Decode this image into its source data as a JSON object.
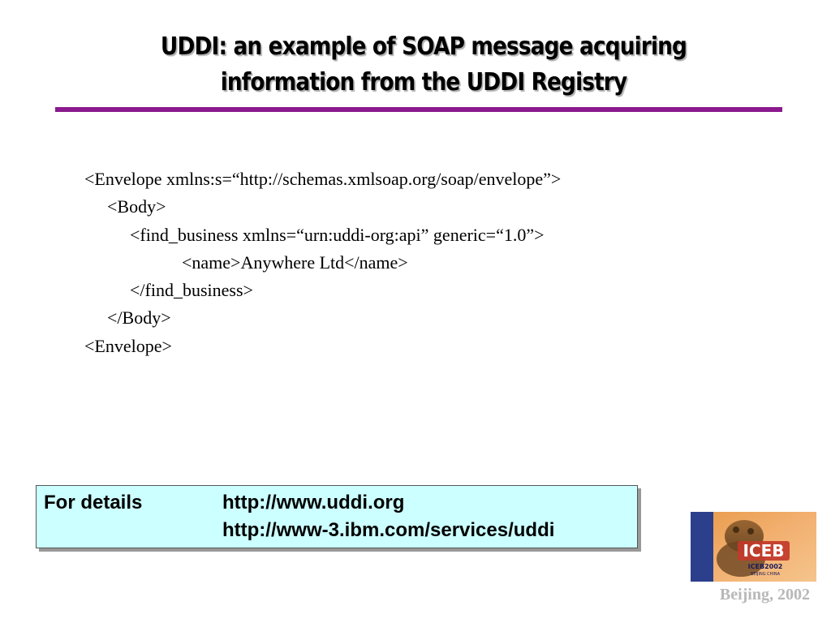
{
  "slide": {
    "title_line1": "UDDI: an example of SOAP message acquiring",
    "title_line2": "information from the UDDI Registry"
  },
  "code_lines": [
    "<Envelope xmlns:s=“http://schemas.xmlsoap.org/soap/envelope”>",
    "<Body>",
    "<find_business xmlns=“urn:uddi-org:api” generic=“1.0”>",
    "<name>Anywhere Ltd</name>",
    "</find_business>",
    "</Body>",
    "<Envelope>"
  ],
  "details": {
    "label": "For details",
    "link1": "http://www.uddi.org",
    "link2": "http://www-3.ibm.com/services/uddi"
  },
  "logo": {
    "icon": "iceb2002-logo",
    "text_main": "ICEB",
    "text_sub1": "ICEB2002",
    "text_sub2": "BEIJING CHINA"
  },
  "footer": {
    "location": "Beijing, 2002"
  },
  "colors": {
    "title_rule": "#8b1a8e",
    "details_bg": "#ccffff",
    "footer_text": "#b8b8b8"
  }
}
